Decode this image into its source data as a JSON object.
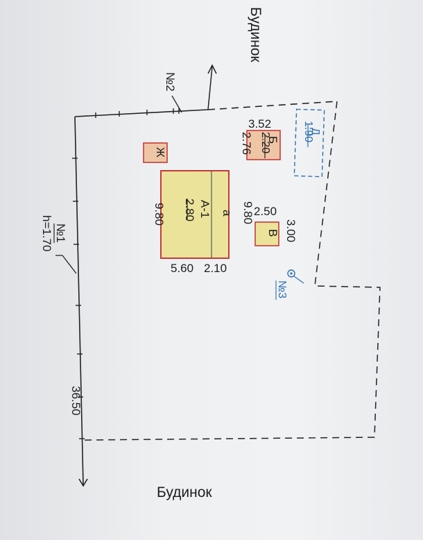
{
  "labels": {
    "house_top": "Будинок",
    "house_bottom": "Будинок",
    "point2": "№2",
    "point1": "№1",
    "point1_h": "h=1.70",
    "point3": "№3",
    "length_left": "36.50"
  },
  "buildings": {
    "main": {
      "name": "А-1",
      "height": "2.80",
      "annex": "а",
      "dim_left": "9.80",
      "dim_right": "9.80",
      "dim_bottom_main": "5.60",
      "dim_bottom_annex": "2.10"
    },
    "b": {
      "name": "Б",
      "height": "2.20",
      "dim_top": "3.52",
      "dim_side": "2.76"
    },
    "v": {
      "name": "В",
      "dim_top": "2.50",
      "dim_side": "3.00"
    },
    "zh": {
      "name": "Ж"
    },
    "d": {
      "name": "Д",
      "height": "1.90"
    }
  },
  "colors": {
    "main_fill": "#ece39a",
    "main_border": "#c53a3a",
    "b_fill": "#eec6a6",
    "v_fill": "#ece39a",
    "zh_fill": "#eec6a6",
    "blue": "#2c6fb0"
  }
}
